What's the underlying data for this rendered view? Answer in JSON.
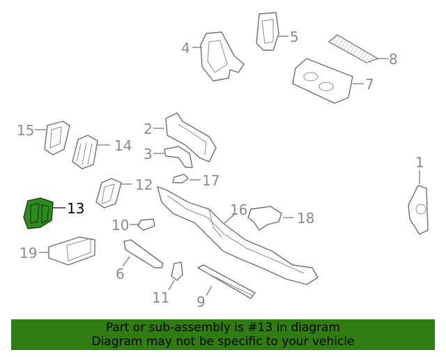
{
  "diagram": {
    "highlighted_part": "13",
    "callouts": {
      "c1": "1",
      "c2": "2",
      "c3": "3",
      "c4": "4",
      "c5": "5",
      "c6": "6",
      "c7": "7",
      "c8": "8",
      "c9": "9",
      "c10": "10",
      "c11": "11",
      "c12": "12",
      "c13": "13",
      "c14": "14",
      "c15": "15",
      "c16": "16",
      "c17": "17",
      "c18": "18",
      "c19": "19"
    },
    "colors": {
      "highlight": "#2e8b1e",
      "banner": "#2f7d10",
      "line": "#6e6e6e",
      "label": "#8a8a8a"
    }
  },
  "banner": {
    "line1": "Part or sub-assembly is #13 in diagram",
    "line2": "Diagram may not be specific to your vehicle"
  }
}
